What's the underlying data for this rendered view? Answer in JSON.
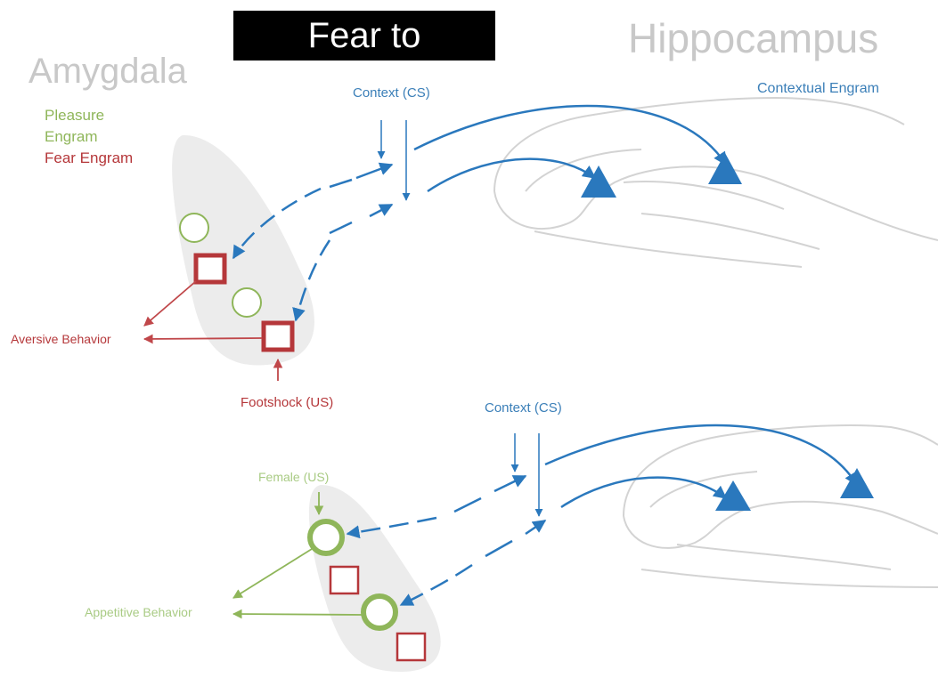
{
  "title": "Fear to",
  "regions": {
    "amygdala": "Amygdala",
    "hippocampus": "Hippocampus"
  },
  "legend": {
    "pleasure_line1": "Pleasure",
    "pleasure_line2": "Engram",
    "fear": "Fear Engram"
  },
  "labels": {
    "contextual_engram": "Contextual Engram",
    "top_context": "Context (CS)",
    "aversive_behavior": "Aversive Behavior",
    "footshock": "Footshock (US)",
    "bottom_context": "Context (CS)",
    "female": "Female (US)",
    "appetitive_behavior": "Appetitive Behavior"
  },
  "colors": {
    "blue": "#2a78bd",
    "red": "#b5373a",
    "green": "#8fb65a",
    "gray_region": "#ececec",
    "outline": "#d3d3d3"
  }
}
